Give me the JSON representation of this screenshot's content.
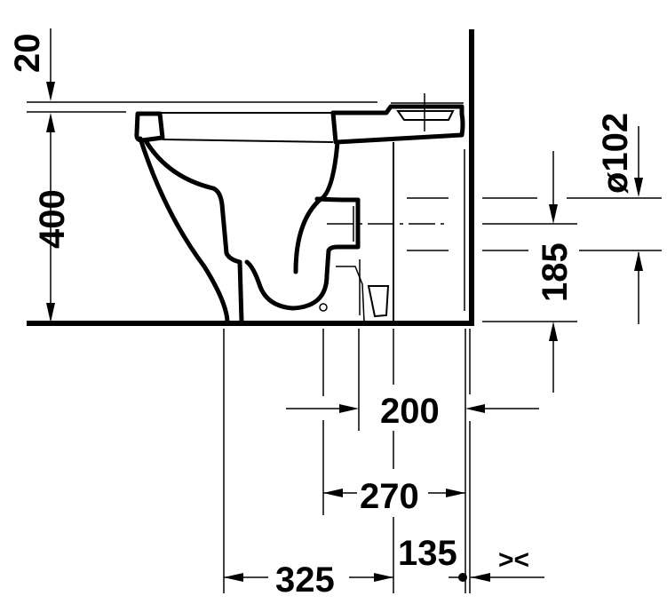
{
  "drawing": {
    "subject": "Floor-standing toilet, side elevation with installation dimensions",
    "units": "mm",
    "colors": {
      "line": "#000000",
      "background": "#ffffff"
    }
  },
  "dimensions": {
    "seat_gap": {
      "label": "20",
      "orientation": "vertical"
    },
    "bowl_height": {
      "label": "400",
      "orientation": "vertical"
    },
    "outlet_diameter": {
      "label": "ø102",
      "orientation": "vertical"
    },
    "outlet_height": {
      "label": "185",
      "orientation": "vertical"
    },
    "outlet_to_wall": {
      "label": "200",
      "orientation": "horizontal"
    },
    "fixing_to_wall": {
      "label": "270",
      "orientation": "horizontal"
    },
    "rear_offset": {
      "label": "135",
      "orientation": "horizontal"
    },
    "front_to_axis": {
      "label": "325",
      "orientation": "horizontal"
    },
    "wall_gap_symbol": {
      "label": "><"
    }
  }
}
